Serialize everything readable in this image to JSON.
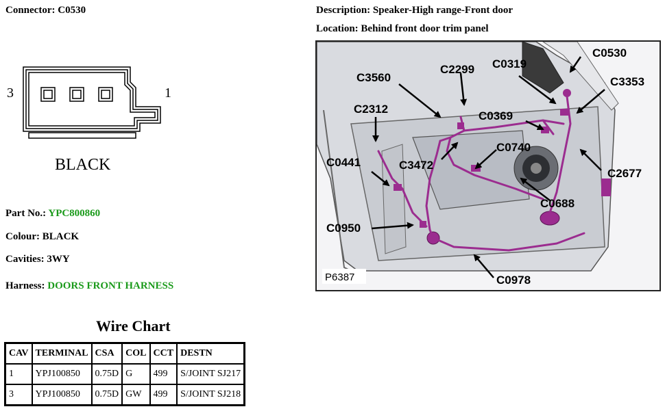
{
  "connector": {
    "label": "Connector:",
    "value": "C0530"
  },
  "description": {
    "label": "Description:",
    "value": "Speaker-High range-Front door"
  },
  "location": {
    "label": "Location:",
    "value": "Behind front door trim panel"
  },
  "connector_drawing": {
    "pin_left": "3",
    "pin_right": "1",
    "color_text": "BLACK"
  },
  "part_no": {
    "label": "Part No.:",
    "value": "YPC800860"
  },
  "colour": {
    "label": "Colour:",
    "value": "BLACK"
  },
  "cavities": {
    "label": "Cavities:",
    "value": "3WY"
  },
  "harness": {
    "label": "Harness:",
    "value": "DOORS FRONT HARNESS"
  },
  "wire_chart": {
    "title": "Wire Chart",
    "headers": [
      "CAV",
      "TERMINAL",
      "CSA",
      "COL",
      "CCT",
      "DESTN"
    ],
    "rows": [
      [
        "1",
        "YPJ100850",
        "0.75D",
        "G",
        "499",
        "S/JOINT SJ217"
      ],
      [
        "3",
        "YPJ100850",
        "0.75D",
        "GW",
        "499",
        "S/JOINT SJ218"
      ]
    ]
  },
  "diagram": {
    "ref_code": "P6387",
    "callouts": [
      "C0530",
      "C0319",
      "C2299",
      "C3560",
      "C3353",
      "C0369",
      "C2312",
      "C0740",
      "C3472",
      "C0441",
      "C2677",
      "C0688",
      "C0950",
      "C0978"
    ]
  },
  "colors": {
    "link_green": "#1a9a1a",
    "harness_purple": "#9b2c8f",
    "background": "#ffffff"
  }
}
